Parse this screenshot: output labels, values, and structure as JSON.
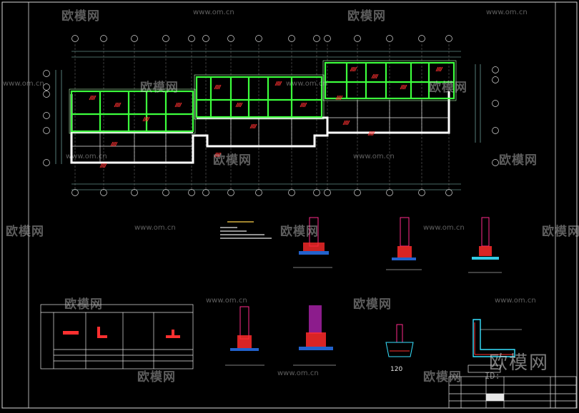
{
  "watermark": {
    "brand": "欧模网",
    "url": "www.om.cn",
    "id_label": "ID:"
  },
  "details": {
    "label_120": "120"
  },
  "colors": {
    "background": "#000000",
    "outline": "#f2f2f2",
    "dimension": "#8fd0c8",
    "foundation": "#e6ff2a",
    "beam": "#3cff3c",
    "wall": "#ff3030",
    "column": "#ff2a8a",
    "hatch": "#ff7b2a",
    "magenta": "#ff33ff",
    "cyan": "#37e1ff"
  }
}
